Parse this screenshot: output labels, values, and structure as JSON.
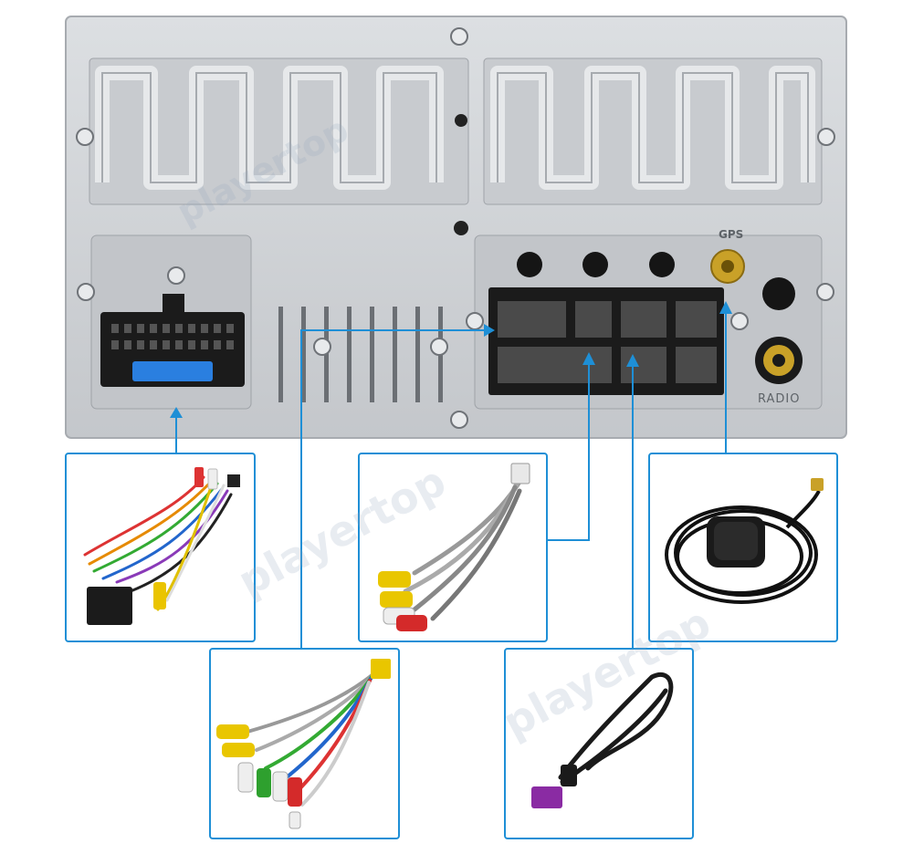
{
  "watermark": "playertop",
  "labels": {
    "gps": "GPS",
    "radio": "RADIO"
  },
  "colors": {
    "line": "#1e8fd6",
    "unit": "#c9ccd0",
    "fuse": "#2a7fe0"
  },
  "accessories": [
    {
      "name": "power-harness",
      "connects_to": "main-iso-port"
    },
    {
      "name": "rca-output-cable",
      "connects_to": "av-port"
    },
    {
      "name": "gps-antenna",
      "connects_to": "gps-jack"
    },
    {
      "name": "rca-input-cable",
      "connects_to": "aux-port"
    },
    {
      "name": "usb-extension-cable",
      "connects_to": "usb-port"
    }
  ]
}
